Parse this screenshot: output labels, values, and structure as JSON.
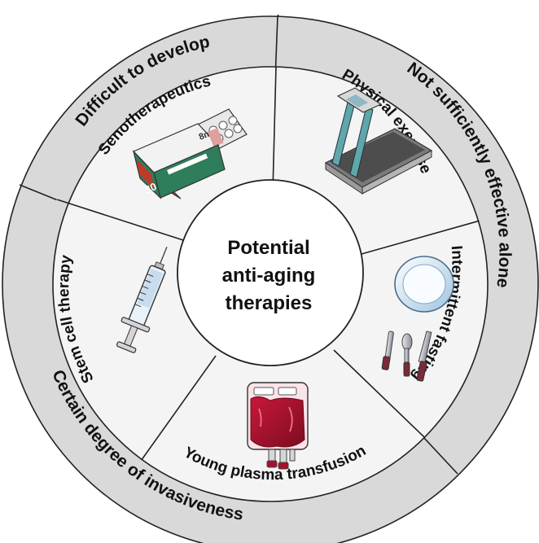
{
  "center": {
    "line1": "Potential",
    "line2": "anti-aging",
    "line3": "therapies"
  },
  "ring_labels": {
    "difficult": "Difficult to develop",
    "not_effective": "Not sufficiently effective alone",
    "invasive": "Certain degree of invasiveness"
  },
  "therapies": {
    "senotherapeutics": "Senotherapeutics",
    "exercise": "Physical exercise",
    "fasting": "Intermittent fasting",
    "plasma": "Young plasma transfusion",
    "stem_cell": "Stem cell therapy"
  },
  "pill_box": {
    "text_top": "8mg",
    "text_bottom": "30"
  },
  "colors": {
    "ring": "#d9d9d9",
    "sector_fill": "#f4f4f4",
    "box_green": "#2e7d5b",
    "box_red": "#c0392b",
    "blood": "#a8112b",
    "treadmill": "#5fa7a9"
  }
}
